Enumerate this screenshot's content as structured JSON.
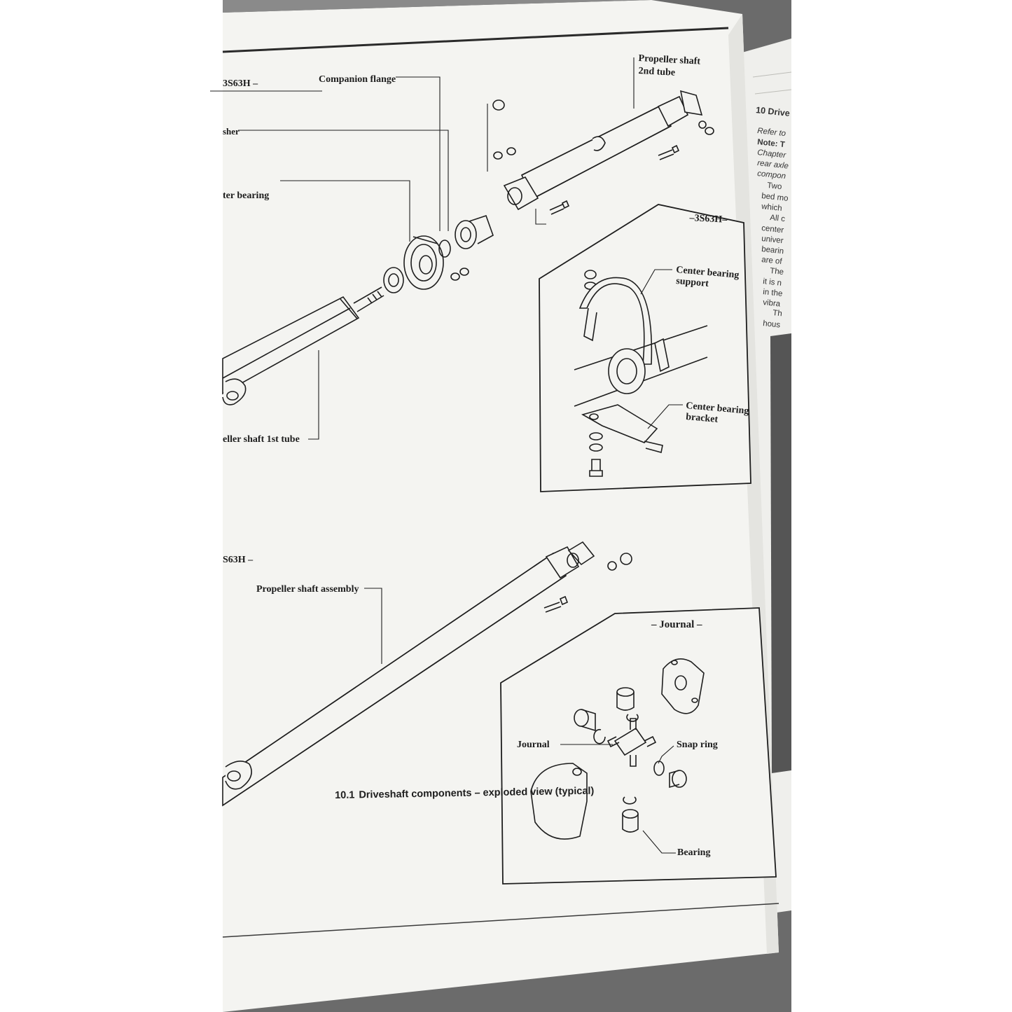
{
  "figure": {
    "top_label": "3S63H –",
    "labels": {
      "companion_flange": "Companion flange",
      "washer": "sher",
      "center_bearing": "ter bearing",
      "propeller_shaft_1st_tube": "eller shaft 1st tube",
      "propeller_shaft_2nd_tube_line1": "Propeller shaft",
      "propeller_shaft_2nd_tube_line2": "2nd tube"
    },
    "inset_top": {
      "title": "–3S63H–",
      "center_bearing_support_line1": "Center bearing",
      "center_bearing_support_line2": "support",
      "center_bearing_bracket_line1": "Center bearing",
      "center_bearing_bracket_line2": "bracket"
    },
    "bottom_label": "S63H –",
    "propeller_shaft_assembly": "Propeller shaft assembly",
    "inset_journal": {
      "title": "– Journal –",
      "journal": "Journal",
      "snap_ring": "Snap ring",
      "bearing": "Bearing"
    },
    "caption": {
      "number": "10.1",
      "text": "Driveshaft components – exploded view (typical)"
    }
  },
  "right_page": {
    "heading": "10  Drive",
    "lines": [
      "Refer to",
      "Note: T",
      "Chapter",
      "rear axle",
      "compon",
      "Two",
      "bed mo",
      "which",
      "All c",
      "center",
      "univer",
      "bearin",
      "are of",
      "The",
      "it is n",
      "in the",
      "vibra",
      "Th",
      "hous"
    ]
  }
}
